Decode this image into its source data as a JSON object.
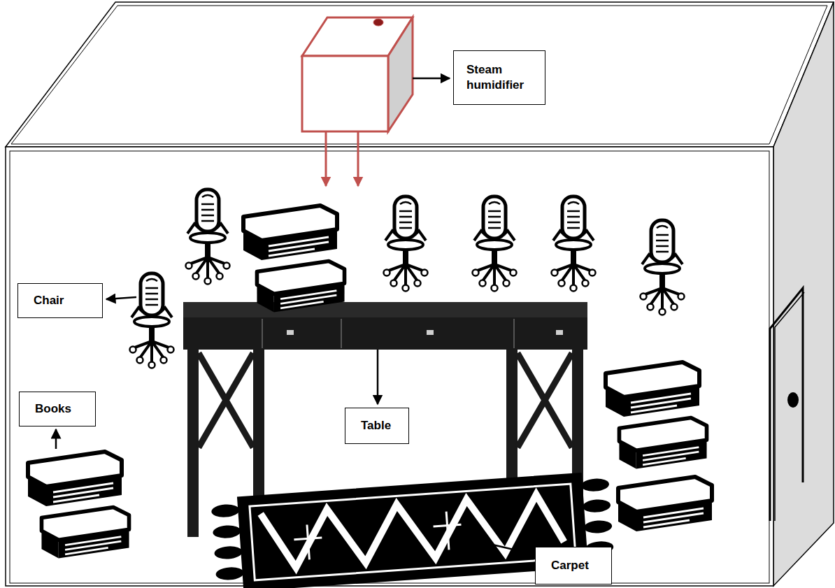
{
  "diagram": {
    "nodes": [
      {
        "text": [
          "Steam humidifier"
        ]
      },
      {
        "text": [
          "Chair"
        ]
      },
      {
        "text": [
          "Books"
        ]
      },
      {
        "text": [
          "Table"
        ]
      },
      {
        "text": [
          "Carpet"
        ]
      }
    ]
  }
}
